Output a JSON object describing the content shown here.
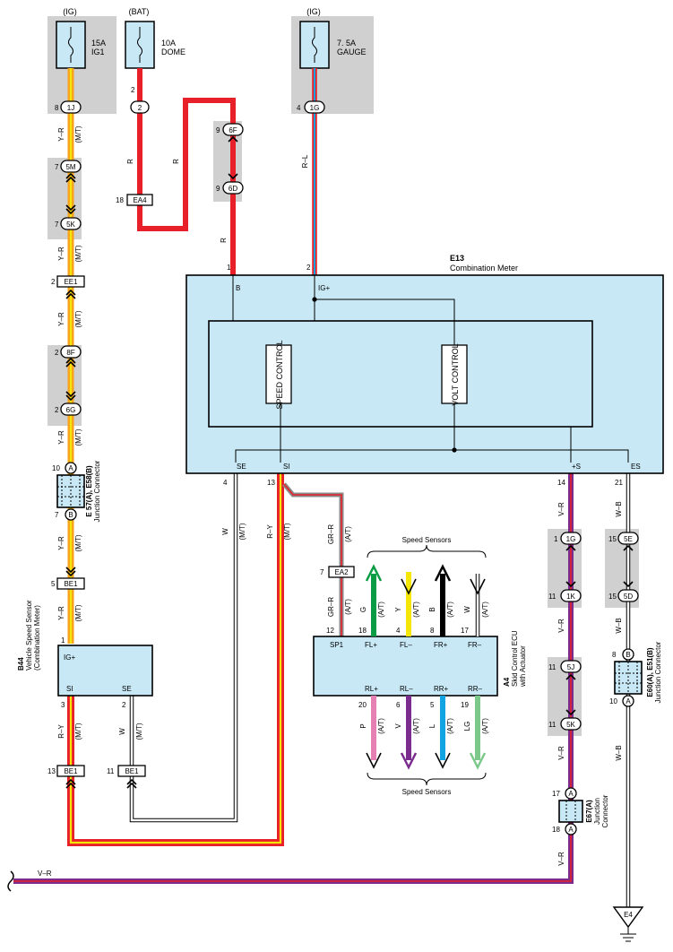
{
  "fuses": [
    {
      "source": "(IG)",
      "rating": "15A",
      "name": "IG1",
      "pin": "8",
      "connector": "1J"
    },
    {
      "source": "(BAT)",
      "rating": "10A",
      "name": "DOME",
      "pin": "2",
      "connector": "2"
    },
    {
      "source": "(IG)",
      "rating": "7. 5A",
      "name": "GAUGE",
      "pin": "4",
      "connector": "1G"
    }
  ],
  "wire_labels": {
    "yr": "Y–R",
    "mt": "(M/T)",
    "at": "(A/T)",
    "r": "R",
    "rl": "R–L",
    "w": "W",
    "ry": "R–Y",
    "grr": "GR–R",
    "vr": "V–R",
    "wb": "W–B",
    "g": "G",
    "y": "Y",
    "b": "B",
    "p": "P",
    "v": "V",
    "l": "L",
    "lg": "LG"
  },
  "pins": {
    "p1": "1",
    "p2": "2",
    "p3": "3",
    "p4": "4",
    "p5": "5",
    "p6": "6",
    "p7": "7",
    "p8": "8",
    "p9": "9",
    "p10": "10",
    "p11": "11",
    "p12": "12",
    "p13": "13",
    "p14": "14",
    "p15": "15",
    "p17": "17",
    "p18": "18",
    "p19": "19",
    "p20": "20",
    "p21": "21"
  },
  "connectors": {
    "c5M": "5M",
    "c5K": "5K",
    "cEE1": "EE1",
    "c8F": "8F",
    "c6G": "6G",
    "cA": "A",
    "cB": "B",
    "cBE1": "BE1",
    "cEA4": "EA4",
    "c6F": "6F",
    "c6D": "6D",
    "cEA2": "EA2",
    "c1G": "1G",
    "c1K": "1K",
    "c5J": "5J",
    "c5K2": "5K",
    "c5E": "5E",
    "c5D": "5D"
  },
  "combination_meter": {
    "code": "E13",
    "name": "Combination Meter",
    "terminals": {
      "b": "B",
      "igp": "IG+",
      "se": "SE",
      "si": "SI",
      "plus_s": "+S",
      "es": "ES"
    },
    "speed_control": "SPEED CONTROL",
    "volt_control": "VOLT CONTROL"
  },
  "junction_e57_e58": {
    "code": "E 57(A), E58(B)",
    "name": "Junction Connector"
  },
  "vehicle_speed_sensor": {
    "code": "B44",
    "name": "Vehicle Speed Sensor",
    "sub": "(Combination Meter)",
    "igp": "IG+",
    "si": "SI",
    "se": "SE"
  },
  "skid_ecu": {
    "code": "A4",
    "name": "Skid Control ECU",
    "sub": "with Actuator",
    "terminals": {
      "sp1": "SP1",
      "flp": "FL+",
      "flm": "FL–",
      "frp": "FR+",
      "frm": "FR–",
      "rlp": "RL+",
      "rlm": "RL–",
      "rrp": "RR+",
      "rrm": "RR–"
    }
  },
  "speed_sensors_label": "Speed Sensors",
  "junction_e60_e51": {
    "code": "E60(A), E51(B)",
    "name": "Junction Connector"
  },
  "junction_e67": {
    "code": "E67(A)",
    "name1": "Junction",
    "name2": "Connector"
  },
  "ground": "E4",
  "colors": {
    "red": "#e8202a",
    "orange": "#f7a21b",
    "yellow": "#f5e60a",
    "purple": "#7b2d8e",
    "green": "#0a9c45",
    "blue": "#11a4e0",
    "pink": "#e67fb3",
    "lightgreen": "#7cc88a",
    "lightblue": "#c8e8f6",
    "gray": "#d0d0d0"
  }
}
